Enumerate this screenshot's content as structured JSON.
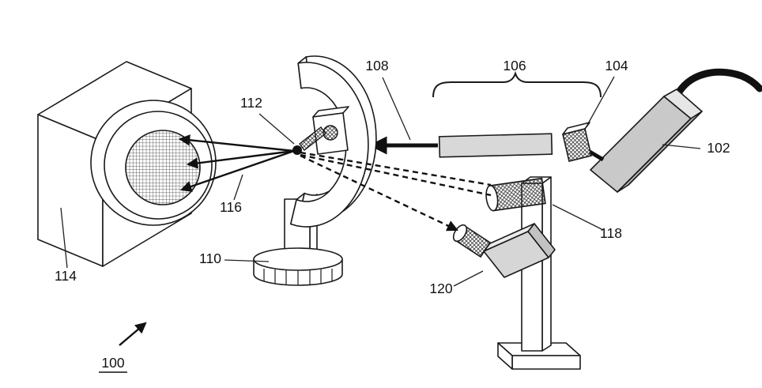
{
  "figure": {
    "labels": {
      "ref100": "100",
      "ref102": "102",
      "ref104": "104",
      "ref106": "106",
      "ref108": "108",
      "ref110": "110",
      "ref112": "112",
      "ref114": "114",
      "ref116": "116",
      "ref118": "118",
      "ref120": "120"
    },
    "colors": {
      "line": "#1a1a1a",
      "laser_front": "#c9c9c9",
      "laser_top": "#e6e6e6",
      "laser_side": "#b5b5b5",
      "tube_fill": "#d8d8d8",
      "det120_front": "#d6d6d6",
      "det120_top": "#ececec",
      "det120_side": "#c2c2c2"
    }
  }
}
